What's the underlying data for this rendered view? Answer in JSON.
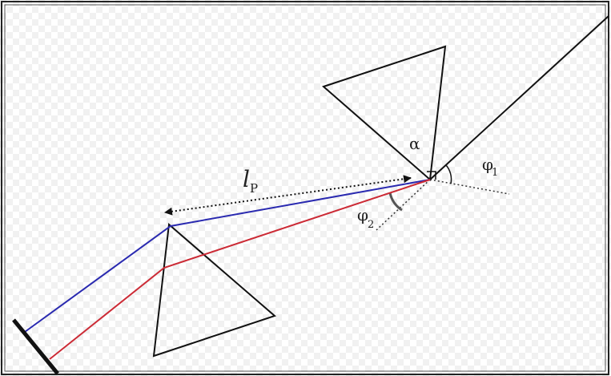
{
  "diagram": {
    "labels": {
      "path_length": "l",
      "path_length_sub": "P",
      "apex_angle": "α",
      "angle_1": "φ",
      "angle_1_sub": "1",
      "angle_2": "φ",
      "angle_2_sub": "2"
    },
    "colors": {
      "blue_ray": "#2a2ab0",
      "red_ray": "#cc2a35",
      "outline": "#111111",
      "dotted": "#333333",
      "frame": "#222222"
    }
  }
}
